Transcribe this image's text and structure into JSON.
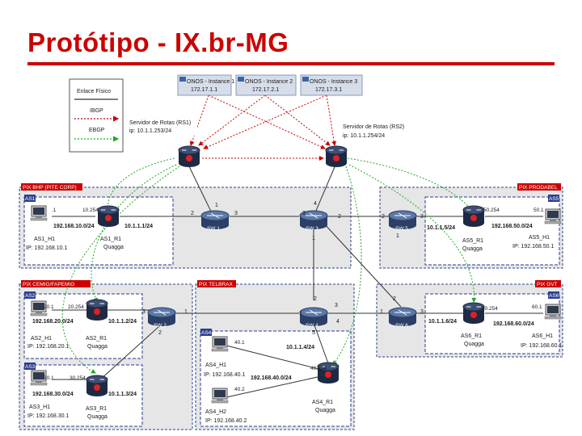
{
  "title": "Protótipo - IX.br-MG",
  "legend": {
    "header": "Enlace Físico",
    "ibgp": "IBGP",
    "ebgp": "EBGP"
  },
  "onos": [
    {
      "name": "ONOS - Instance 1",
      "ip": "172.17.1.1"
    },
    {
      "name": "ONOS - Instance 2",
      "ip": "172.17.2.1"
    },
    {
      "name": "ONOS - Instance 3",
      "ip": "172.17.3.1"
    }
  ],
  "route_servers": [
    {
      "name": "Servidor de Rotas (RS1)",
      "ip": "ip: 10.1.1.253/24"
    },
    {
      "name": "Servidor de Rotas (RS2)",
      "ip": "ip: 10.1.1.254/24"
    }
  ],
  "pix": {
    "left_top": "PIX BHP (PITE CORP)",
    "right_top": "PIX PRODABEL",
    "left_bottom": "PIX CEMIG/FAPEMIG",
    "center_bottom": "PIX TELBRAX",
    "right_bottom": "PIX GVT"
  },
  "as": {
    "as1": "AS1",
    "as2": "AS2",
    "as3": "AS3",
    "as4": "AS4",
    "as5": "AS5",
    "as6": "AS6"
  },
  "switches": {
    "sw1": "SW 1",
    "sw2": "SW 2",
    "sw3": "SW 3",
    "sw4": "SW 4",
    "sw5": "SW 5",
    "sw6": "SW 6"
  },
  "routers": {
    "r1": {
      "name": "AS1_R1",
      "sub": "Quagga"
    },
    "r2": {
      "name": "AS2_R1",
      "sub": "Quagga"
    },
    "r3": {
      "name": "AS3_R1",
      "sub": "Quagga"
    },
    "r4": {
      "name": "AS4_R1",
      "sub": "Quagga"
    },
    "r5": {
      "name": "AS5_R1",
      "sub": "Quagga"
    },
    "r6": {
      "name": "AS6_R1",
      "sub": "Quagga"
    }
  },
  "hosts": {
    "h1": {
      "name": "AS1_H1",
      "ip": "IP: 192.168.10.1"
    },
    "h2": {
      "name": "AS2_H1",
      "ip": "IP: 192.168.20.1"
    },
    "h3": {
      "name": "AS3_H1",
      "ip": "IP: 192.168.30.1"
    },
    "h4a": {
      "name": "AS4_H1",
      "ip": "IP: 192.168.40.1"
    },
    "h4b": {
      "name": "AS4_H2",
      "ip": "IP: 192.168.40.2"
    },
    "h5": {
      "name": "AS5_H1",
      "ip": "IP: 192.168.50.1"
    },
    "h6": {
      "name": "AS6_H1",
      "ip": "IP: 192.168.60.1"
    }
  },
  "links": {
    "as1_lan": "192.168.10.0/24",
    "as1_ix": "10.1.1.1/24",
    "as1_h": ".1",
    "as1_r": "10.254",
    "as2_lan": "192.168.20.0/24",
    "as2_ix": "10.1.1.2/24",
    "as2_h": "20.1",
    "as2_r": "20.254",
    "as3_lan": "192.168.30.0/24",
    "as3_ix": "10.1.1.3/24",
    "as3_h": "30.1",
    "as3_r": "30.254",
    "as4_lan": "192.168.40.0/24",
    "as4_ix": "10.1.1.4/24",
    "as4_h1": "40.1",
    "as4_h2": "40.2",
    "as4_r": "40.254",
    "as5_lan": "192.168.50.0/24",
    "as5_ix": "10.1.1.5/24",
    "as5_h": "50.1",
    "as5_r": "50.254",
    "as6_lan": "192.168.60.0/24",
    "as6_ix": "10.1.1.6/24",
    "as6_h": "60.1",
    "as6_r": "60.254"
  },
  "ports": {
    "sw1_1": "1",
    "sw1_2": "2",
    "sw1_3": "3",
    "sw2_1": "1",
    "sw2_2": "2",
    "sw2_3": "3",
    "sw3_1": "1",
    "sw3_2": "2",
    "sw3_3": "3",
    "sw3_4": "4",
    "sw4_1": "1",
    "sw4_2": "2",
    "sw4_3": "3",
    "sw4_4": "4",
    "sw4_5": "5",
    "sw5_1": "1",
    "sw5_2": "2",
    "sw5_3": "3",
    "sw6_1": "1",
    "sw6_2": "2",
    "sw6_3": "3"
  },
  "colors": {
    "title": "#cc0000",
    "ibgp": "#cc0000",
    "ebgp": "#22aa22",
    "physical": "#333333",
    "pix_border": "#2a3d8f",
    "as_border": "#cc0000"
  }
}
